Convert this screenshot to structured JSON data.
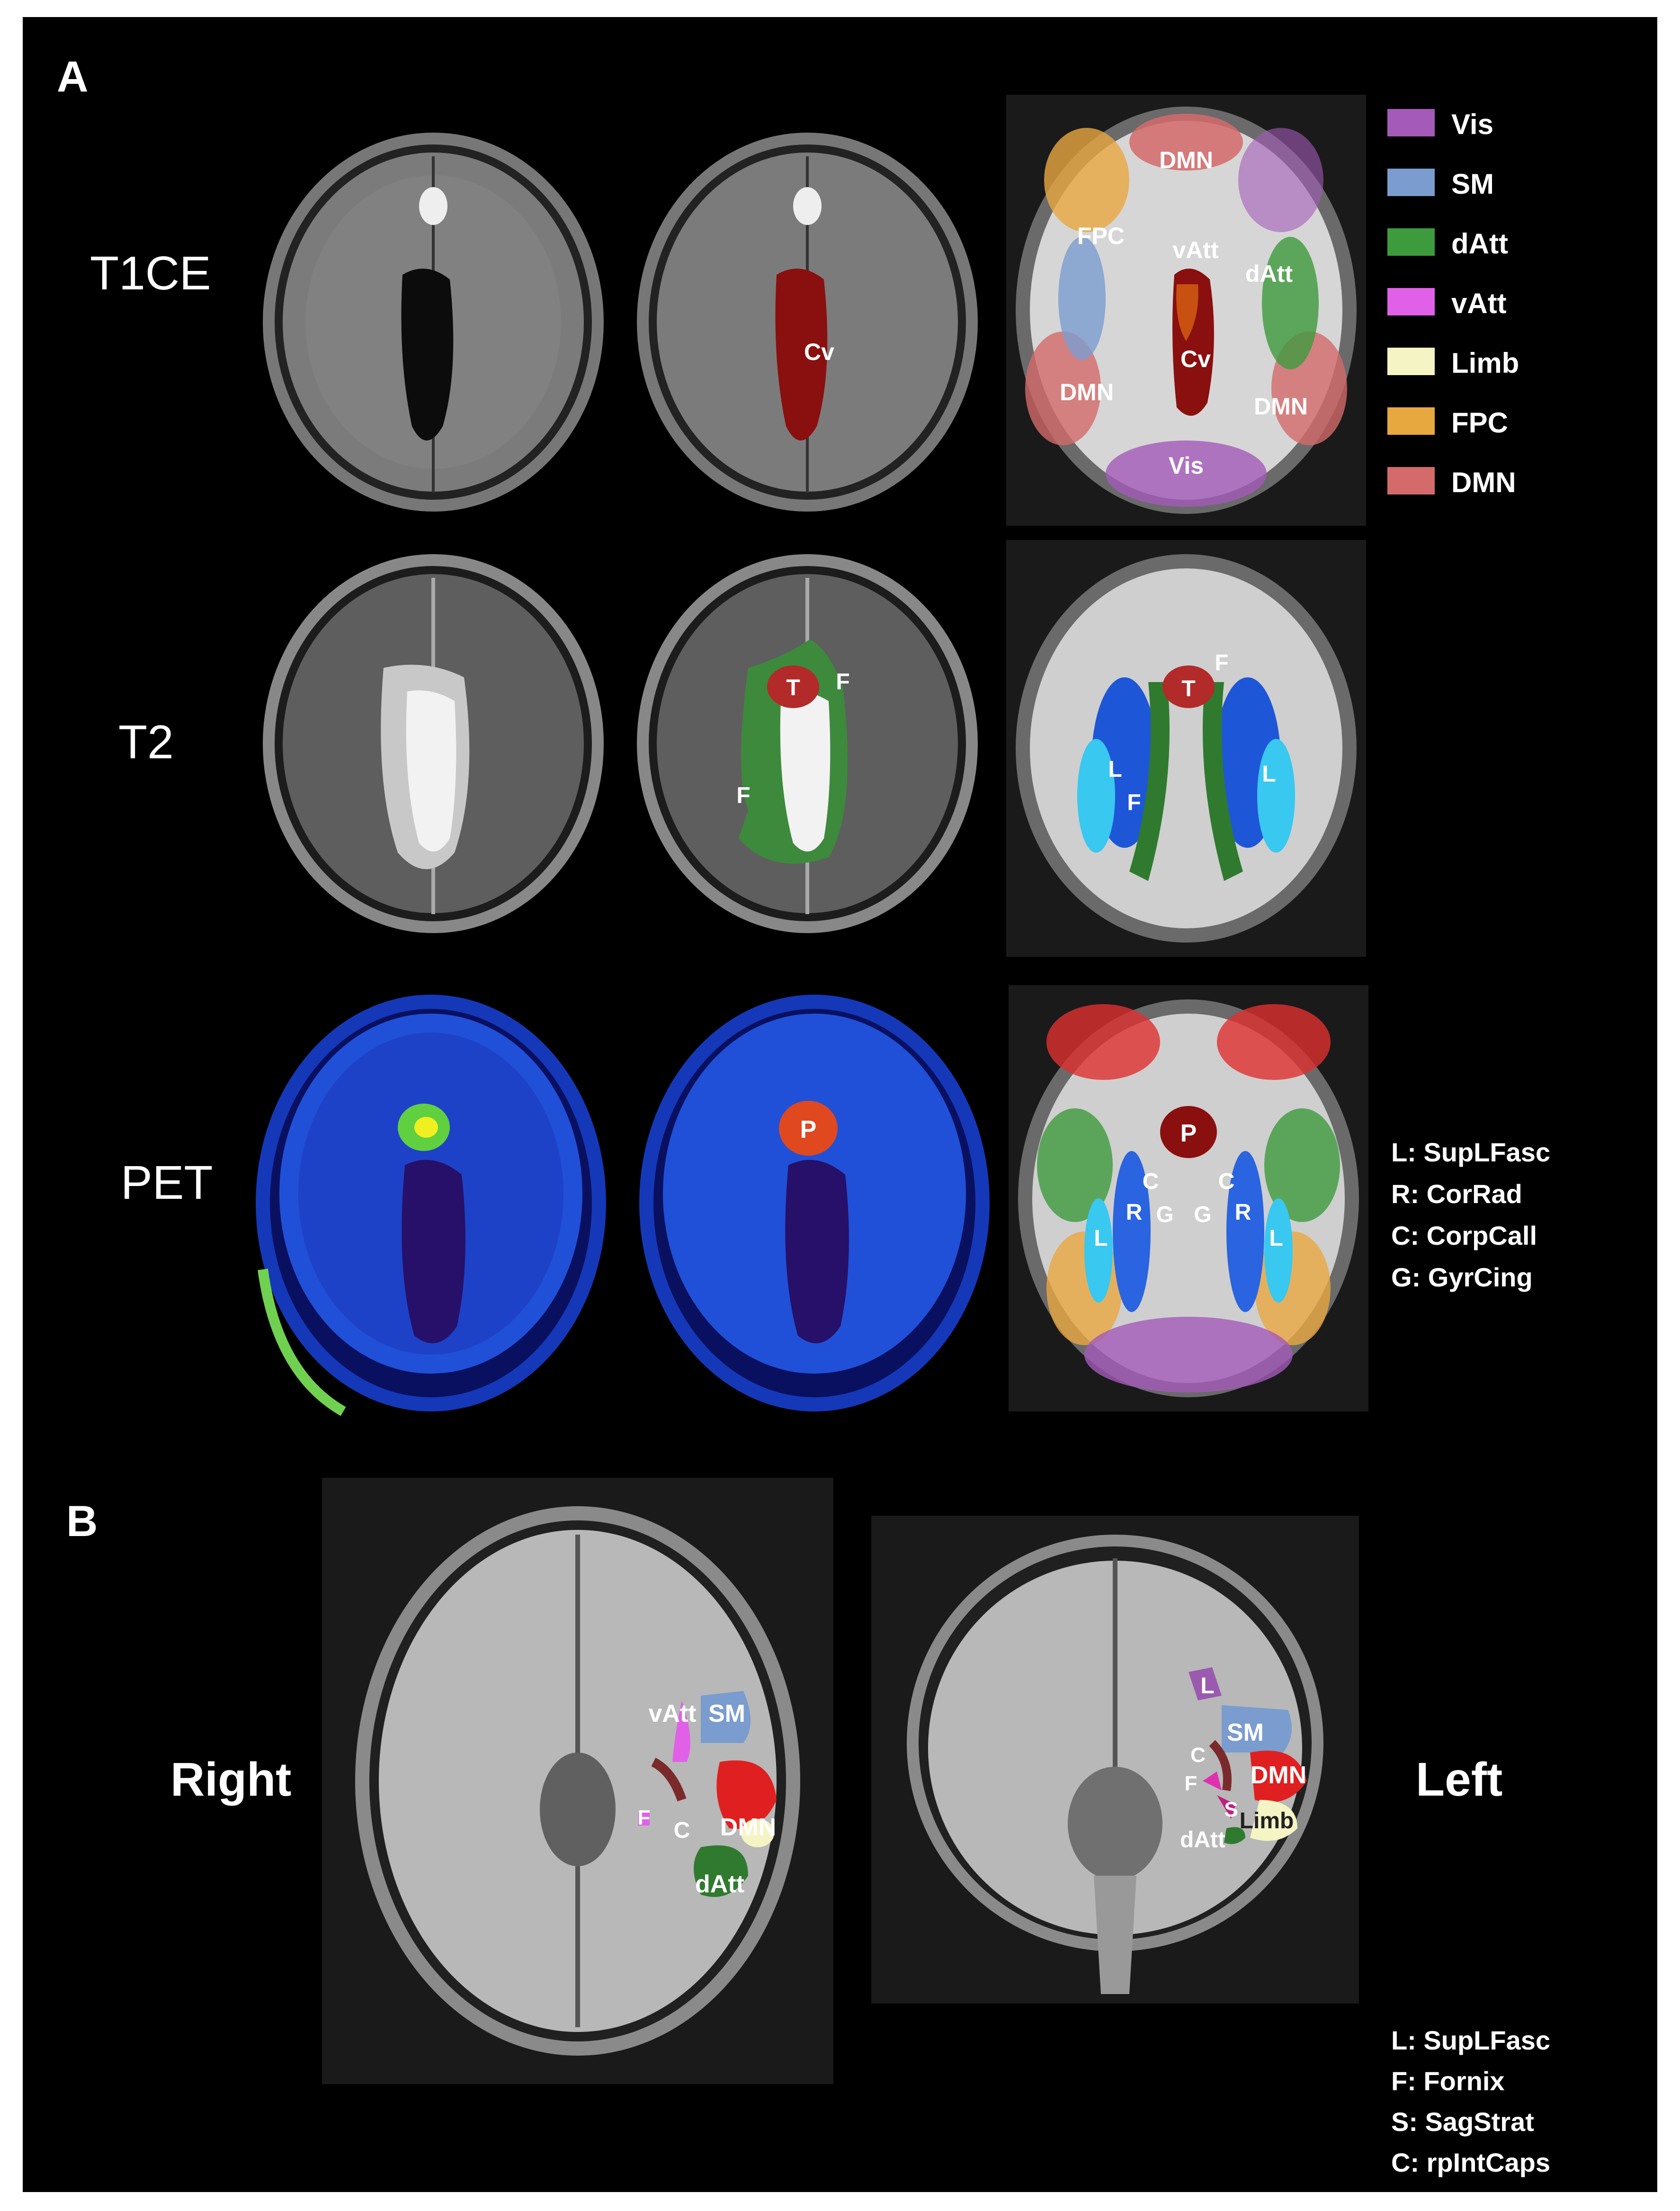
{
  "panels": {
    "a": {
      "letter": "A"
    },
    "b": {
      "letter": "B"
    }
  },
  "rows": [
    {
      "label": "T1CE"
    },
    {
      "label": "T2"
    },
    {
      "label": "PET"
    }
  ],
  "legend": {
    "items": [
      {
        "label": "Vis",
        "color": "#a45ab8"
      },
      {
        "label": "SM",
        "color": "#7a9ccf"
      },
      {
        "label": "dAtt",
        "color": "#3d9a3d"
      },
      {
        "label": "vAtt",
        "color": "#e060e8"
      },
      {
        "label": "Limb",
        "color": "#f4f4c4"
      },
      {
        "label": "FPC",
        "color": "#e8a840"
      },
      {
        "label": "DMN",
        "color": "#d46a6a"
      }
    ]
  },
  "abbrev_a": [
    "L: SupLFasc",
    "R: CorRad",
    "C: CorpCall",
    "G: GyrCing"
  ],
  "abbrev_b": [
    "L: SupLFasc",
    "F: Fornix",
    "S: SagStrat",
    "C: rpIntCaps"
  ],
  "side_labels": {
    "right": "Right",
    "left": "Left"
  },
  "overlay_labels": {
    "cv": "Cv",
    "t": "T",
    "f": "F",
    "p": "P",
    "vis": "Vis",
    "dmn": "DMN",
    "fpc": "FPC",
    "vatt": "vAtt",
    "datt": "dAtt",
    "sm": "SM",
    "limb": "Limb",
    "l": "L",
    "r": "R",
    "c": "C",
    "g": "G",
    "s": "S"
  }
}
